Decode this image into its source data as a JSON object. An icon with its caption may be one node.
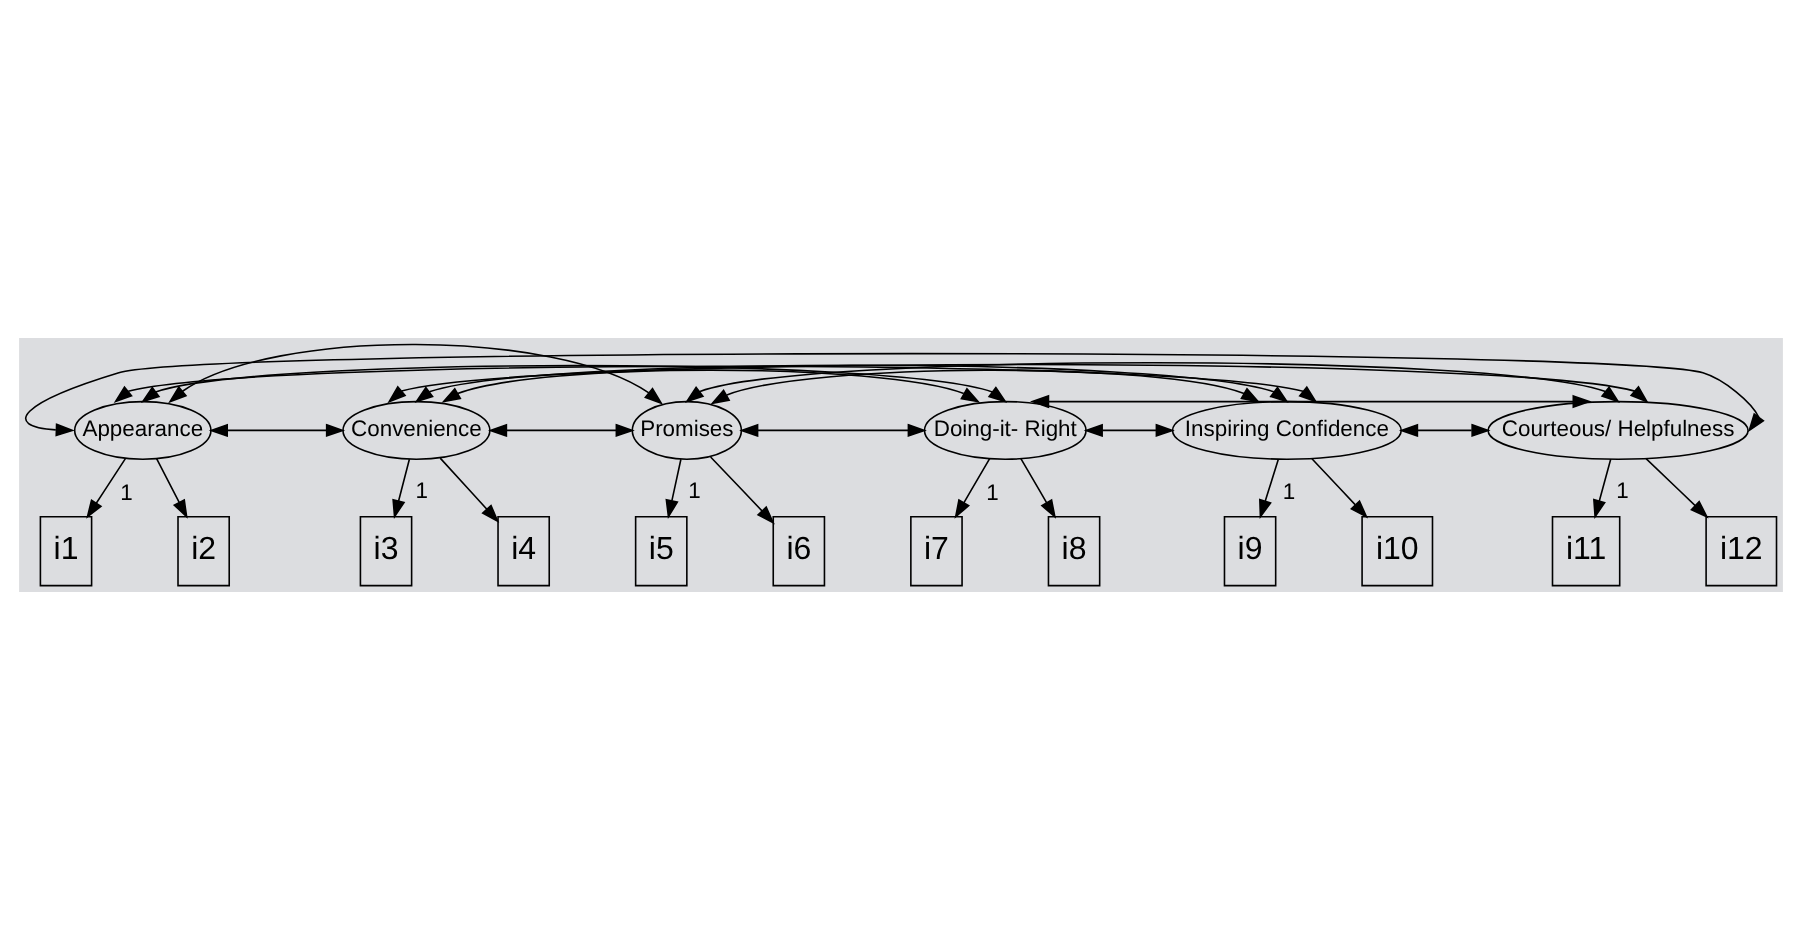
{
  "diagram": {
    "nodes": [
      {
        "text": [
          "Appearance"
        ]
      },
      {
        "text": [
          "Convenience"
        ]
      },
      {
        "text": [
          "Promises"
        ]
      },
      {
        "text": [
          "Doing-it- Right"
        ]
      },
      {
        "text": [
          "Inspiring Confidence"
        ]
      },
      {
        "text": [
          "Courteous/ Helpfulness"
        ]
      },
      {
        "text": [
          "i1"
        ]
      },
      {
        "text": [
          "i2"
        ]
      },
      {
        "text": [
          "i3"
        ]
      },
      {
        "text": [
          "i4"
        ]
      },
      {
        "text": [
          "i5"
        ]
      },
      {
        "text": [
          "i6"
        ]
      },
      {
        "text": [
          "i7"
        ]
      },
      {
        "text": [
          "i8"
        ]
      },
      {
        "text": [
          "i9"
        ]
      },
      {
        "text": [
          "i10"
        ]
      },
      {
        "text": [
          "i11"
        ]
      },
      {
        "text": [
          "i12"
        ]
      }
    ],
    "edges": [
      {
        "from": 0,
        "to": 6,
        "arrow": "to",
        "label": "1"
      },
      {
        "from": 0,
        "to": 7,
        "arrow": "to"
      },
      {
        "from": 1,
        "to": 8,
        "arrow": "to",
        "label": "1"
      },
      {
        "from": 1,
        "to": 9,
        "arrow": "to"
      },
      {
        "from": 2,
        "to": 10,
        "arrow": "to",
        "label": "1"
      },
      {
        "from": 2,
        "to": 11,
        "arrow": "to"
      },
      {
        "from": 3,
        "to": 12,
        "arrow": "to",
        "label": "1"
      },
      {
        "from": 3,
        "to": 13,
        "arrow": "to"
      },
      {
        "from": 4,
        "to": 14,
        "arrow": "to",
        "label": "1"
      },
      {
        "from": 4,
        "to": 15,
        "arrow": "to"
      },
      {
        "from": 5,
        "to": 16,
        "arrow": "to",
        "label": "1"
      },
      {
        "from": 5,
        "to": 17,
        "arrow": "to"
      },
      {
        "from": 0,
        "to": 1,
        "arrow": "both"
      },
      {
        "from": 1,
        "to": 2,
        "arrow": "both"
      },
      {
        "from": 2,
        "to": 3,
        "arrow": "both"
      },
      {
        "from": 3,
        "to": 4,
        "arrow": "both"
      },
      {
        "from": 4,
        "to": 5,
        "arrow": "both"
      },
      {
        "from": 0,
        "to": 2,
        "arrow": "both"
      },
      {
        "from": 1,
        "to": 3,
        "arrow": "both"
      },
      {
        "from": 2,
        "to": 4,
        "arrow": "both"
      },
      {
        "from": 3,
        "to": 5,
        "arrow": "both"
      },
      {
        "from": 0,
        "to": 3,
        "arrow": "both"
      },
      {
        "from": 1,
        "to": 4,
        "arrow": "both"
      },
      {
        "from": 2,
        "to": 5,
        "arrow": "both"
      },
      {
        "from": 0,
        "to": 4,
        "arrow": "both"
      },
      {
        "from": 1,
        "to": 5,
        "arrow": "both"
      },
      {
        "from": 0,
        "to": 5,
        "arrow": "both"
      }
    ]
  }
}
